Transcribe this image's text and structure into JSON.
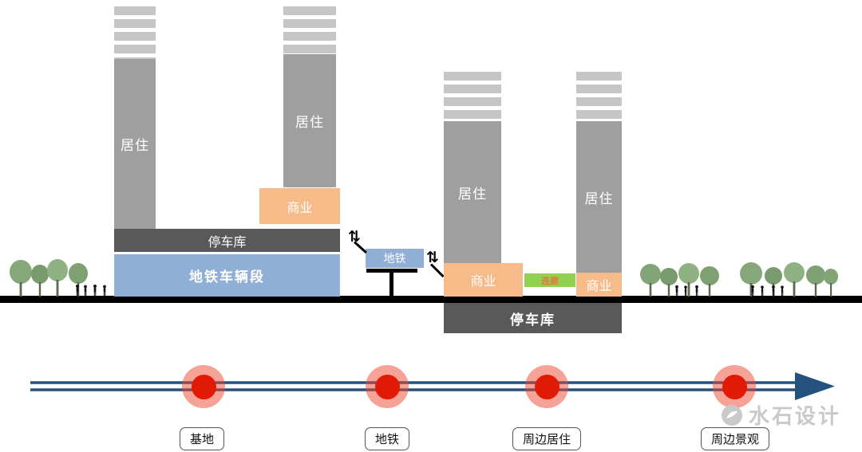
{
  "diagram": {
    "left": {
      "tower1_label": "居住",
      "tower2_label": "居住",
      "commercial_label": "商业",
      "parking_label": "停车库",
      "depot_label": "地铁车辆段"
    },
    "metro": {
      "label": "地铁",
      "stairs_icon": "⇅"
    },
    "right": {
      "tower1_label": "居住",
      "tower2_label": "居住",
      "commercial1_label": "商业",
      "corridor_label": "连廊",
      "commercial2_label": "商业",
      "parking_label": "停车库"
    }
  },
  "timeline": {
    "items": [
      {
        "label": "基地"
      },
      {
        "label": "地铁"
      },
      {
        "label": "周边居住"
      },
      {
        "label": "周边景观"
      }
    ]
  },
  "logo": {
    "text": "水石设计"
  },
  "colors": {
    "tower_gray": "#9f9f9f",
    "stripe_gray": "#c6c6c6",
    "parking_dark": "#595959",
    "metro_blue": "#8fafd6",
    "commercial_orange": "#f7bb8a",
    "corridor_green": "#92d050",
    "timeline_blue": "#25517e",
    "node_red": "#e01a05",
    "ground_black": "#000000"
  }
}
